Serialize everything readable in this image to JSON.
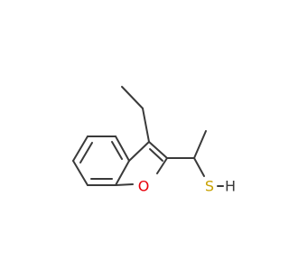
{
  "molecule": {
    "atoms": {
      "oxygen": {
        "label": "O",
        "color": "#e8000b"
      },
      "sulfur": {
        "label": "S",
        "color": "#c8a100"
      },
      "hydrogen": {
        "label": "H",
        "color": "#3a3a3a"
      }
    },
    "bond_color": "#3a3a3a"
  }
}
